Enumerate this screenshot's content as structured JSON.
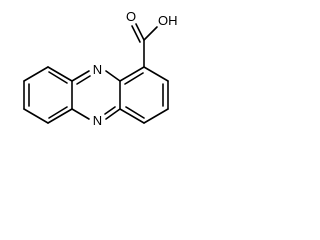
{
  "structure": {
    "atom_labels": {
      "n_top": "N",
      "n_bottom": "N",
      "o_carbonyl": "O",
      "oh": "OH"
    }
  }
}
